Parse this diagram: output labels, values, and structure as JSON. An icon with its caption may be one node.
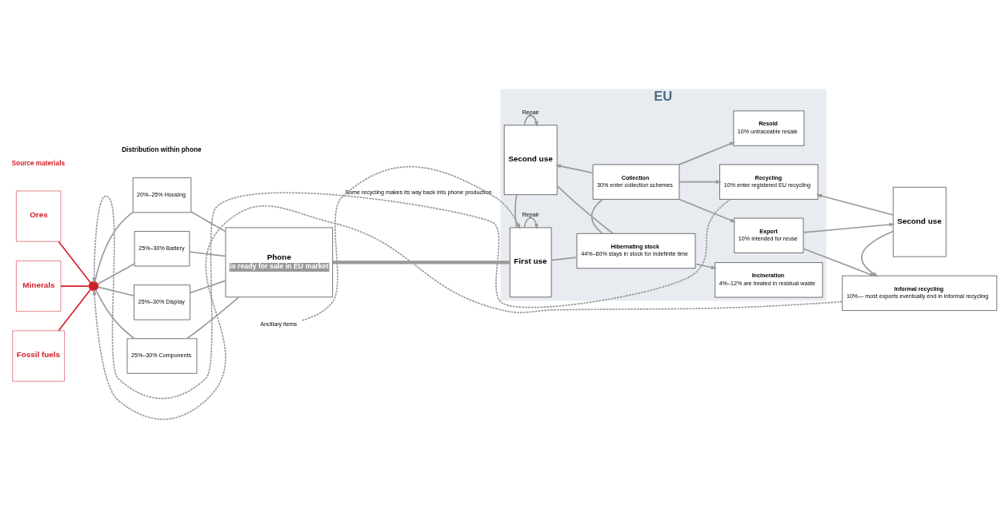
{
  "diagram": {
    "nodes": [
      {
        "text": [
          "Ores"
        ]
      },
      {
        "text": [
          "Minerals"
        ]
      },
      {
        "text": [
          "Fossil fuels"
        ]
      },
      {
        "text": [],
        "shape": "circle"
      },
      {
        "text": [
          "20%–25% Housing"
        ]
      },
      {
        "text": [
          "25%–30% Battery"
        ]
      },
      {
        "text": [
          "25%–30% Display"
        ]
      },
      {
        "text": [
          "25%–30% Components"
        ]
      },
      {
        "text": [
          "Phone",
          "is ready for sale in EU market"
        ]
      },
      {
        "text": [
          "EU"
        ]
      },
      {
        "text": [
          "First use"
        ],
        "in": 9
      },
      {
        "text": [
          "Second use"
        ],
        "in": 9
      },
      {
        "text": [
          "Collection",
          "30% enter collection schemes"
        ],
        "in": 9
      },
      {
        "text": [
          "Hibernating stock",
          "44%–60% stays in stock for indefinite time"
        ],
        "in": 9
      },
      {
        "text": [
          "Export",
          "10% intended for reuse"
        ],
        "in": 9
      },
      {
        "text": [
          "Recycling",
          "10% enter registered EU recycling"
        ],
        "in": 9
      },
      {
        "text": [
          "Resold",
          "10% untraceable resale"
        ],
        "in": 9
      },
      {
        "text": [
          "Incineration",
          "4%–12% are treated in residual waste"
        ],
        "in": 9
      },
      {
        "text": [
          "Second use"
        ]
      },
      {
        "text": [
          "Informal recycling",
          "10%— most exports eventually end in informal recycling"
        ]
      },
      {
        "text": [
          "Ancillary items"
        ]
      }
    ],
    "edges": [
      {
        "from": 0,
        "to": 3,
        "arrow": "none",
        "color": "#d0202a"
      },
      {
        "from": 1,
        "to": 3,
        "arrow": "none",
        "color": "#d0202a"
      },
      {
        "from": 2,
        "to": 3,
        "arrow": "none",
        "color": "#d0202a"
      },
      {
        "from": 3,
        "to": 4,
        "arrow": "none"
      },
      {
        "from": 3,
        "to": 5,
        "arrow": "none"
      },
      {
        "from": 3,
        "to": 6,
        "arrow": "none"
      },
      {
        "from": 3,
        "to": 7,
        "arrow": "none"
      },
      {
        "from": 4,
        "to": 8,
        "arrow": "none"
      },
      {
        "from": 5,
        "to": 8,
        "arrow": "none"
      },
      {
        "from": 6,
        "to": 8,
        "arrow": "none"
      },
      {
        "from": 7,
        "to": 8,
        "arrow": "none"
      },
      {
        "from": 8,
        "to": 10,
        "arrow": "none",
        "style": "thick"
      },
      {
        "from": 10,
        "to": 10,
        "label": "Repair",
        "arrow": "to"
      },
      {
        "from": 10,
        "to": 11,
        "arrow": "none"
      },
      {
        "from": 10,
        "to": 13,
        "arrow": "none"
      },
      {
        "from": 11,
        "to": 13,
        "arrow": "none"
      },
      {
        "from": 11,
        "to": 11,
        "label": "Repair",
        "arrow": "to"
      },
      {
        "from": 12,
        "to": 11,
        "arrow": "to"
      },
      {
        "from": 12,
        "to": 13,
        "arrow": "none"
      },
      {
        "from": 12,
        "to": 14,
        "arrow": "to"
      },
      {
        "from": 12,
        "to": 15,
        "arrow": "to"
      },
      {
        "from": 12,
        "to": 16,
        "arrow": "to"
      },
      {
        "from": 13,
        "to": 17,
        "arrow": "to"
      },
      {
        "from": 14,
        "to": 18,
        "arrow": "to"
      },
      {
        "from": 14,
        "to": 19,
        "arrow": "to"
      },
      {
        "from": 18,
        "to": 15,
        "arrow": "to"
      },
      {
        "from": 18,
        "to": 19,
        "arrow": "to"
      },
      {
        "from": 20,
        "to": 10,
        "arrow": "to",
        "style": "dashed"
      },
      {
        "from": 15,
        "to": 3,
        "arrow": "to",
        "style": "dashed",
        "label": "Some recycling makes its way back into phone production"
      },
      {
        "from": 19,
        "to": 3,
        "arrow": "to",
        "style": "dashed"
      }
    ],
    "labels": [
      "Source materials",
      "Distribution within phone"
    ]
  }
}
